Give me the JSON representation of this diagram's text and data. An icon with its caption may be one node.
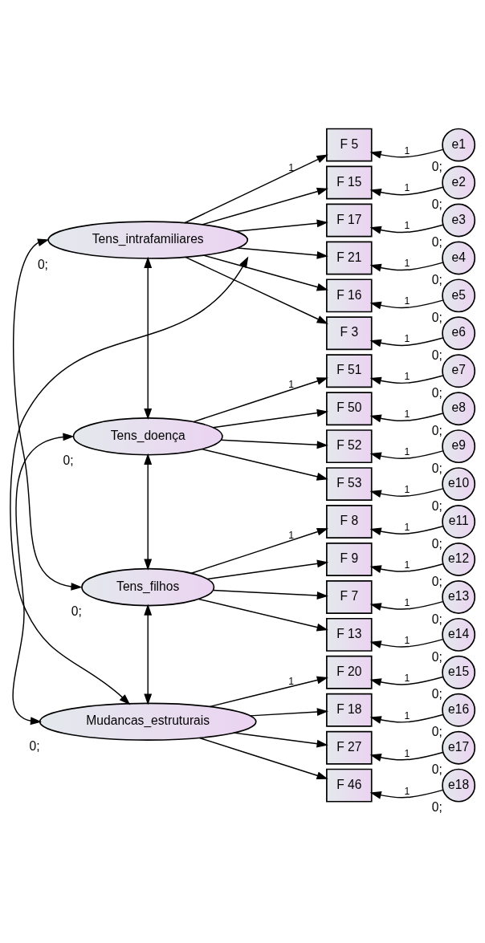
{
  "diagram": {
    "nodes": [
      {
        "text": [
          "Tens_intrafamiliares"
        ],
        "beside": [
          "0;"
        ]
      },
      {
        "text": [
          "F 5"
        ]
      },
      {
        "text": [
          "F 15"
        ]
      },
      {
        "text": [
          "F 17"
        ]
      },
      {
        "text": [
          "F 21"
        ]
      },
      {
        "text": [
          "F 16"
        ]
      },
      {
        "text": [
          "F 3"
        ]
      },
      {
        "text": [
          "e1"
        ],
        "beside": [
          "0;"
        ]
      },
      {
        "text": [
          "e2"
        ],
        "beside": [
          "0;"
        ]
      },
      {
        "text": [
          "e3"
        ],
        "beside": [
          "0;"
        ]
      },
      {
        "text": [
          "e4"
        ],
        "beside": [
          "0;"
        ]
      },
      {
        "text": [
          "e5"
        ],
        "beside": [
          "0;"
        ]
      },
      {
        "text": [
          "e6"
        ],
        "beside": [
          "0;"
        ]
      },
      {
        "text": [
          "Tens_doença"
        ],
        "beside": [
          "0;"
        ]
      },
      {
        "text": [
          "F 51"
        ]
      },
      {
        "text": [
          "F 50"
        ]
      },
      {
        "text": [
          "F 52"
        ]
      },
      {
        "text": [
          "F 53"
        ]
      },
      {
        "text": [
          "e7"
        ],
        "beside": [
          "0;"
        ]
      },
      {
        "text": [
          "e8"
        ],
        "beside": [
          "0;"
        ]
      },
      {
        "text": [
          "e9"
        ],
        "beside": [
          "0;"
        ]
      },
      {
        "text": [
          "e10"
        ],
        "beside": [
          "0;"
        ]
      },
      {
        "text": [
          "Tens_filhos"
        ],
        "beside": [
          "0;"
        ]
      },
      {
        "text": [
          "F 8"
        ]
      },
      {
        "text": [
          "F 9"
        ]
      },
      {
        "text": [
          "F 7"
        ]
      },
      {
        "text": [
          "F 13"
        ]
      },
      {
        "text": [
          "e11"
        ],
        "beside": [
          "0;"
        ]
      },
      {
        "text": [
          "e12"
        ],
        "beside": [
          "0;"
        ]
      },
      {
        "text": [
          "e13"
        ],
        "beside": [
          "0;"
        ]
      },
      {
        "text": [
          "e14"
        ],
        "beside": [
          "0;"
        ]
      },
      {
        "text": [
          "Mudancas_estruturais"
        ],
        "beside": [
          "0;"
        ]
      },
      {
        "text": [
          "F 20"
        ]
      },
      {
        "text": [
          "F 18"
        ]
      },
      {
        "text": [
          "F 27"
        ]
      },
      {
        "text": [
          "F 46"
        ]
      },
      {
        "text": [
          "e15"
        ],
        "beside": [
          "0;"
        ]
      },
      {
        "text": [
          "e16"
        ],
        "beside": [
          "0;"
        ]
      },
      {
        "text": [
          "e17"
        ],
        "beside": [
          "0;"
        ]
      },
      {
        "text": [
          "e18"
        ],
        "beside": [
          "0;"
        ]
      }
    ],
    "edges": [
      {
        "from": 0,
        "to": 1,
        "arrow": "to",
        "label": "1"
      },
      {
        "from": 0,
        "to": 2,
        "arrow": "to"
      },
      {
        "from": 0,
        "to": 3,
        "arrow": "to"
      },
      {
        "from": 0,
        "to": 4,
        "arrow": "to"
      },
      {
        "from": 0,
        "to": 5,
        "arrow": "to"
      },
      {
        "from": 0,
        "to": 6,
        "arrow": "to"
      },
      {
        "from": 7,
        "to": 1,
        "arrow": "to",
        "label": "1"
      },
      {
        "from": 8,
        "to": 2,
        "arrow": "to",
        "label": "1"
      },
      {
        "from": 9,
        "to": 3,
        "arrow": "to",
        "label": "1"
      },
      {
        "from": 10,
        "to": 4,
        "arrow": "to",
        "label": "1"
      },
      {
        "from": 11,
        "to": 5,
        "arrow": "to",
        "label": "1"
      },
      {
        "from": 12,
        "to": 6,
        "arrow": "to",
        "label": "1"
      },
      {
        "from": 13,
        "to": 14,
        "arrow": "to",
        "label": "1"
      },
      {
        "from": 13,
        "to": 15,
        "arrow": "to"
      },
      {
        "from": 13,
        "to": 16,
        "arrow": "to"
      },
      {
        "from": 13,
        "to": 17,
        "arrow": "to"
      },
      {
        "from": 18,
        "to": 14,
        "arrow": "to",
        "label": "1"
      },
      {
        "from": 19,
        "to": 15,
        "arrow": "to",
        "label": "1"
      },
      {
        "from": 20,
        "to": 16,
        "arrow": "to",
        "label": "1"
      },
      {
        "from": 21,
        "to": 17,
        "arrow": "to",
        "label": "1"
      },
      {
        "from": 22,
        "to": 23,
        "arrow": "to",
        "label": "1"
      },
      {
        "from": 22,
        "to": 24,
        "arrow": "to"
      },
      {
        "from": 22,
        "to": 25,
        "arrow": "to"
      },
      {
        "from": 22,
        "to": 26,
        "arrow": "to"
      },
      {
        "from": 27,
        "to": 23,
        "arrow": "to",
        "label": "1"
      },
      {
        "from": 28,
        "to": 24,
        "arrow": "to",
        "label": "1"
      },
      {
        "from": 29,
        "to": 25,
        "arrow": "to",
        "label": "1"
      },
      {
        "from": 30,
        "to": 26,
        "arrow": "to",
        "label": "1"
      },
      {
        "from": 31,
        "to": 32,
        "arrow": "to",
        "label": "1"
      },
      {
        "from": 31,
        "to": 33,
        "arrow": "to"
      },
      {
        "from": 31,
        "to": 34,
        "arrow": "to"
      },
      {
        "from": 31,
        "to": 35,
        "arrow": "to"
      },
      {
        "from": 36,
        "to": 32,
        "arrow": "to",
        "label": "1"
      },
      {
        "from": 37,
        "to": 33,
        "arrow": "to",
        "label": "1"
      },
      {
        "from": 38,
        "to": 34,
        "arrow": "to",
        "label": "1"
      },
      {
        "from": 39,
        "to": 35,
        "arrow": "to",
        "label": "1"
      },
      {
        "from": 0,
        "to": 13,
        "arrow": "both"
      },
      {
        "from": 0,
        "to": 22,
        "arrow": "both"
      },
      {
        "from": 0,
        "to": 31,
        "arrow": "both"
      },
      {
        "from": 13,
        "to": 22,
        "arrow": "both"
      },
      {
        "from": 13,
        "to": 31,
        "arrow": "both"
      },
      {
        "from": 22,
        "to": 31,
        "arrow": "both"
      }
    ]
  }
}
